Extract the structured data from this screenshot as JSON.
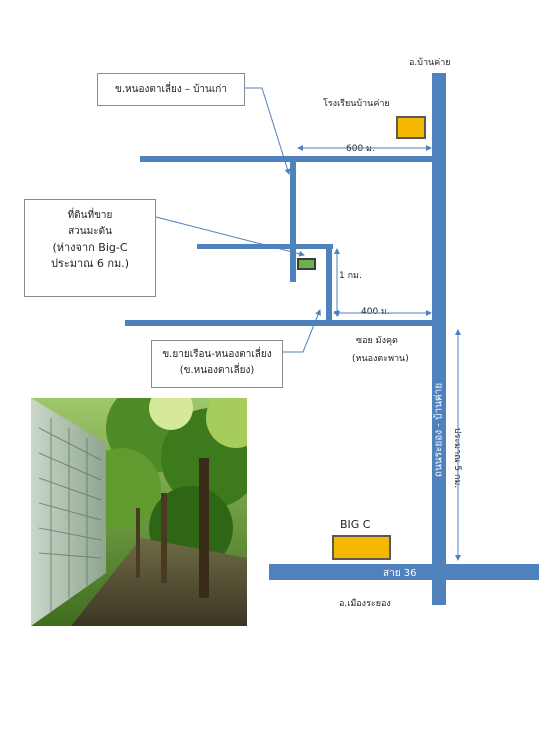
{
  "labels": {
    "north_town": "อ.บ้านค่าย",
    "school": "โรงเรียนบ้านค่าย",
    "dist_600": "600 ม.",
    "dist_1km": "1 กม.",
    "dist_400": "400 ม.",
    "soi_name": "ซอย มังคุด",
    "soi_sub": "(หนองตะพาน)",
    "highway": "ถนนระยอง - บ้านค่าย",
    "dist_5km": "ประมาณ 5 กม.",
    "bigc": "BIG C",
    "route36": "สาย 36",
    "south_town": "อ.เมืองระยอง"
  },
  "callouts": {
    "top": "ข.หนองตาเลี่ยง – บ้านเก่า",
    "land": [
      "ที่ดินที่ขาย",
      "สวนมะดัน",
      "(ห่างจาก Big-C",
      "ประมาณ 6 กม.)"
    ],
    "bottom": [
      "ข.ยายเรือน-หนองตาเลี่ยง",
      "(ข.หนองตาเลี่ยง)"
    ]
  },
  "colors": {
    "road": "#4f81bd",
    "landmark": "#f5b800",
    "land_plot": "#6ab04c"
  },
  "photo": {
    "subject": "garden-with-wall-photo"
  }
}
